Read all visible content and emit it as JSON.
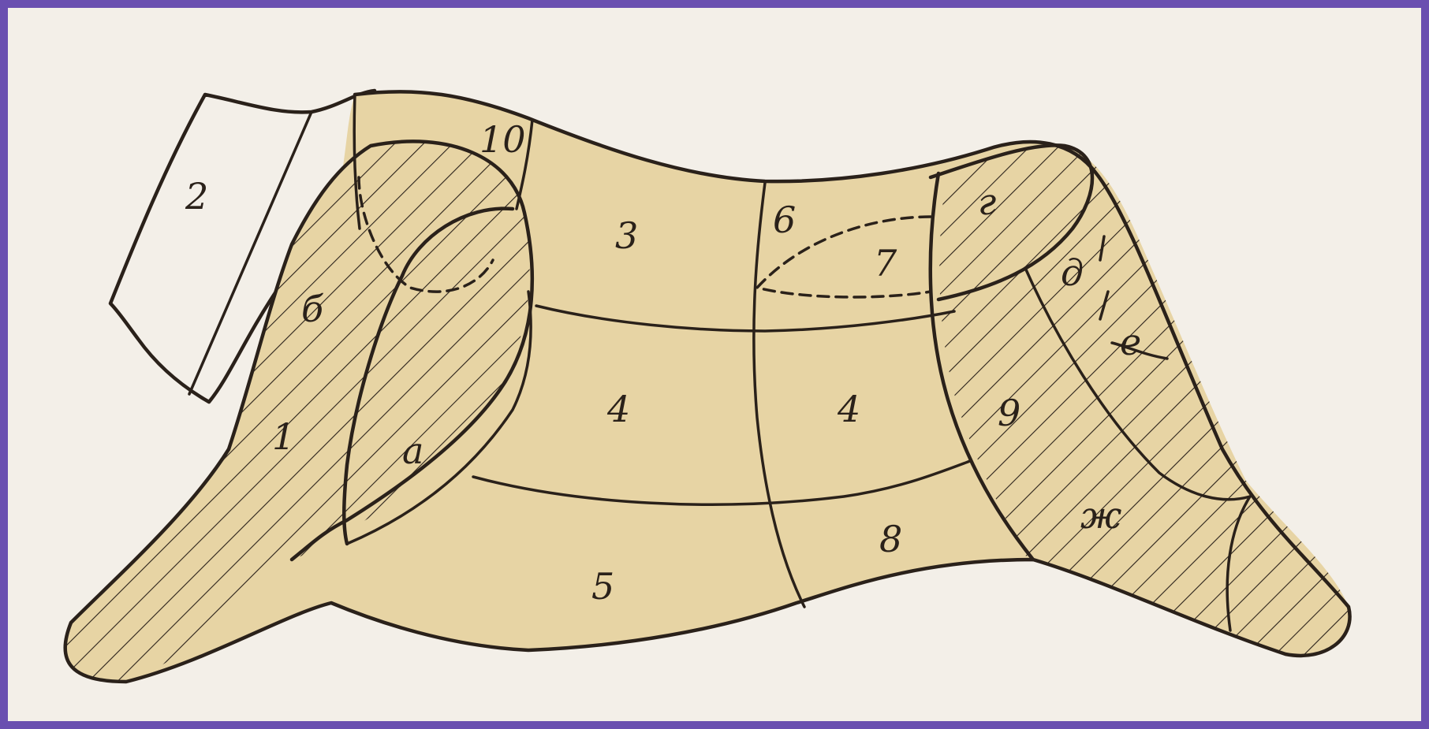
{
  "colors": {
    "border": "#6a4fb0",
    "paper": "#f3efe8",
    "meat": "#e7d4a4",
    "ink": "#2a211a"
  },
  "labels": {
    "region_2": "2",
    "region_10": "10",
    "region_3": "3",
    "region_6": "6",
    "region_7": "7",
    "region_g": "г",
    "region_b": "б",
    "region_d": "д",
    "region_e": "е",
    "region_1": "1",
    "region_a": "а",
    "region_4_front": "4",
    "region_4_rear": "4",
    "region_9": "9",
    "region_8": "8",
    "region_5": "5",
    "region_zh": "ж"
  }
}
